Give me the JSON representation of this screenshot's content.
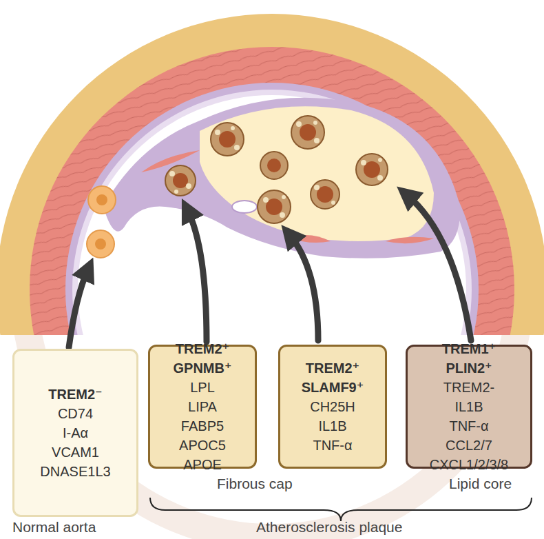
{
  "diagram": {
    "nodes": [
      {
        "text": [
          "TREM2⁻",
          "CD74",
          "I-Aα",
          "VCAM1",
          "DNASE1L3"
        ]
      },
      {
        "text": [
          "TREM2⁺ GPNMB⁺",
          "LPL",
          "LIPA",
          "FABP5",
          "APOC5",
          "APOE"
        ]
      },
      {
        "text": [
          "TREM2⁺ SLAMF9⁺",
          "CH25H",
          "IL1B",
          "TNF-α"
        ]
      },
      {
        "text": [
          "TREM1⁺ PLIN2⁺",
          "TREM2-",
          "IL1B",
          "TNF-α",
          "CCL2/7",
          "CXCL1/2/3/8"
        ]
      }
    ],
    "labels": [
      "Fibrous cap",
      "Lipid core",
      "Normal aorta",
      "Atherosclerosis plaque"
    ]
  }
}
